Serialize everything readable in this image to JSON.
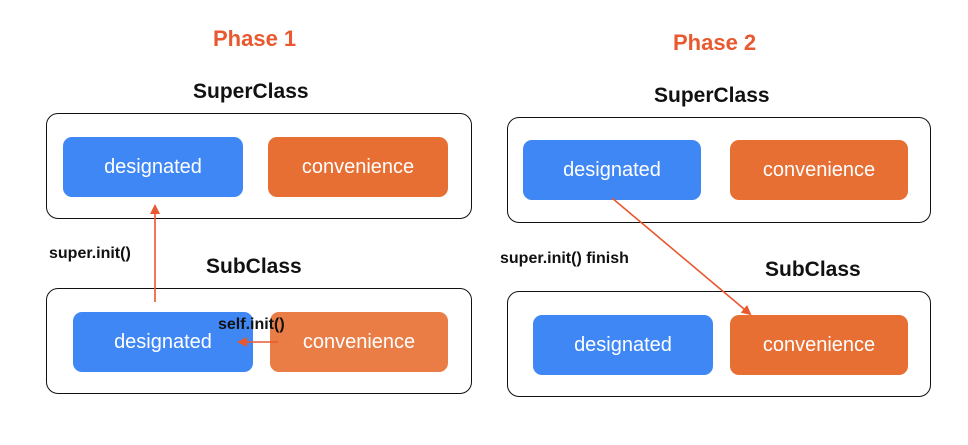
{
  "phase1": {
    "title": "Phase 1",
    "superclass": {
      "title": "SuperClass",
      "designated": "designated",
      "convenience": "convenience"
    },
    "subclass": {
      "title": "SubClass",
      "designated": "designated",
      "convenience": "convenience"
    },
    "super_init_label": "super.init()",
    "self_init_label": "self.init()"
  },
  "phase2": {
    "title": "Phase 2",
    "superclass": {
      "title": "SuperClass",
      "designated": "designated",
      "convenience": "convenience"
    },
    "subclass": {
      "title": "SubClass",
      "designated": "designated",
      "convenience": "convenience"
    },
    "super_init_finish_label": "super.init() finish"
  },
  "colors": {
    "phase_title": "#e8592f",
    "designated": "#3f87f5",
    "convenience": "#e86f34",
    "arrow": "#e8592f"
  }
}
